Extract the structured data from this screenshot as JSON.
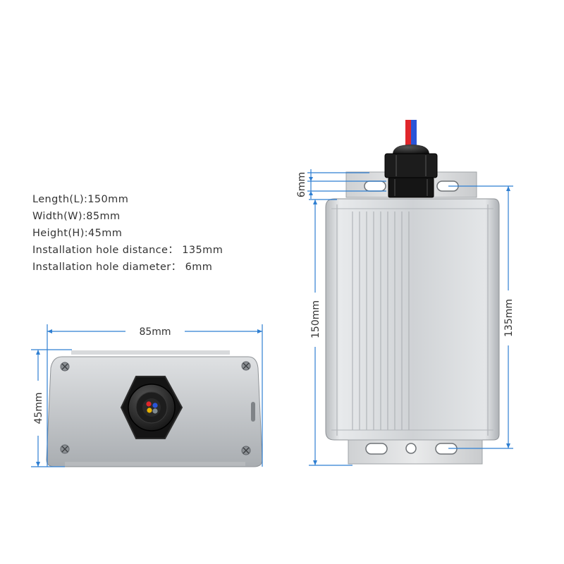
{
  "specs": {
    "length": "Length(L):150mm",
    "width": "Width(W):85mm",
    "height": "Height(H):45mm",
    "hole_distance": "Installation hole distance： 135mm",
    "hole_diameter": "Installation hole diameter： 6mm"
  },
  "dimensions": {
    "width_label": "85mm",
    "height_label": "45mm",
    "length_label": "150mm",
    "hole_distance_label": "135mm",
    "hole_diameter_label": "6mm"
  },
  "colors": {
    "dimension_line": "#2f7fd2",
    "housing": "#c5c8cb",
    "housing_dark": "#9ea3a8",
    "gland": "#1b1b1b",
    "wire_red": "#e0262b",
    "wire_blue": "#2a55d8"
  }
}
